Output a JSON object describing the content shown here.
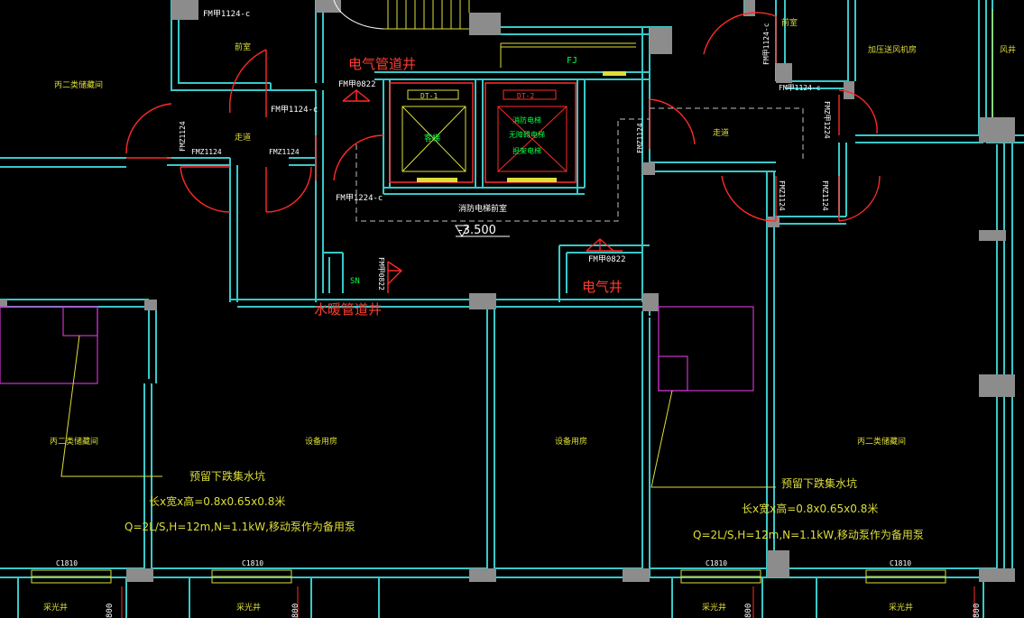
{
  "colors": {
    "background": "#000000",
    "wall": "#39c8c8",
    "column": "#8c8c8c",
    "door": "#ff2a2a",
    "label_white": "#ffffff",
    "label_yellow": "#dede3a",
    "label_green": "#00ff44",
    "label_red": "#ff3b30",
    "annotation_red": "#ff3b30",
    "magenta": "#cc33cc",
    "dashed": "#bfbfbf"
  },
  "icons": [
    "door-swing-icon",
    "elevator-car-icon",
    "level-marker-icon",
    "window-icon",
    "column-icon",
    "sump-pit-icon"
  ],
  "labels": {
    "door_fm1124_top": "FM甲1124-c",
    "vestibule_left": "前室",
    "storage_topleft": "丙二类储藏间",
    "door_fmz1124_v1": "FMZ1124",
    "corridor_left": "走道",
    "door_fmz1124_a": "FMZ1124",
    "door_fmz1124_b": "FMZ1124",
    "door_fm0822_top": "FM甲0822",
    "door_fm1124_mid": "FM甲1124-c",
    "door_fm1224_left": "FM甲1224-c",
    "elec_shaft_title": "电气管道井",
    "fj_label": "FJ",
    "dt1": "DT-1",
    "dt2": "DT-2",
    "car1": "客梯",
    "car2_l1": "消防电梯",
    "car2_l2": "无障碍电梯",
    "car2_l3": "担架电梯",
    "elevator_lobby": "消防电梯前室",
    "level_value": "-3.500",
    "sn_label": "SN",
    "door_fm0822_sn": "FM甲0822",
    "water_shaft_title": "水暖管道井",
    "door_fm0822_elec": "FM甲0822",
    "elec_well_title": "电气井",
    "door_fm1124_r": "FM甲1124-c",
    "door_fmz1124_r": "FMZ1124",
    "vestibule_right": "前室",
    "fan_room": "加压送风机房",
    "fan_label": "风井",
    "door_fm1124_r2": "FM甲1124-c",
    "door_fmzj1224": "FMZ甲1224",
    "corridor_right": "走道",
    "door_fmz1124_r2": "FMZ1124",
    "door_fmz1124_r3": "FMZ1124",
    "storage_left": "丙二类储藏间",
    "equip_room_1": "设备用房",
    "equip_room_2": "设备用房",
    "storage_right": "丙二类储藏间",
    "sump_title": "预留下跌集水坑",
    "sump_dims": "长x宽x高=0.8x0.65x0.8米",
    "sump_pump": "Q=2L/S,H=12m,N=1.1kW,移动泵作为备用泵",
    "window_1": "C1810",
    "window_2": "C1810",
    "window_3": "C1810",
    "window_4": "C1810",
    "light_well_1": "采光井",
    "light_well_2": "采光井",
    "light_well_3": "采光井",
    "light_well_4": "采光井",
    "dim_1": "800",
    "dim_2": "800",
    "dim_3": "800",
    "dim_4": "800"
  }
}
